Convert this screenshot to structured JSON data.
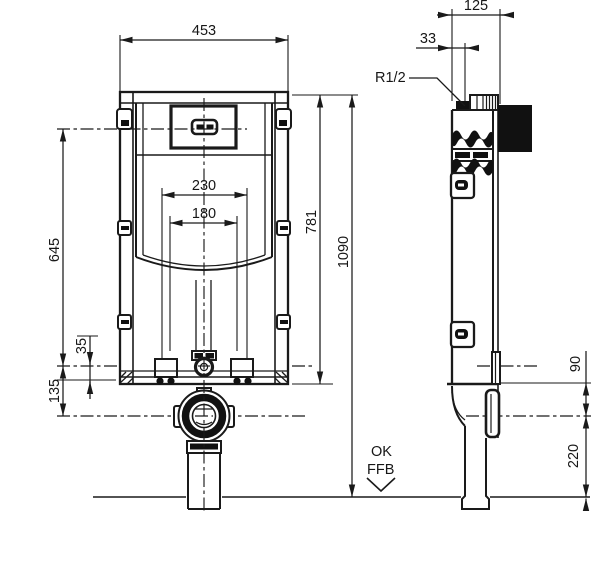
{
  "drawing_type": "technical-dimension-drawing",
  "front_view": {
    "width": "453",
    "actuator_cutout_width": "230",
    "actuator_cutout_inner_width": "180",
    "height_to_actuator_center": "645",
    "inlet_offset": "35",
    "outlet_center_offset": "135",
    "frame_height": "781",
    "overall_height": "1090"
  },
  "side_view": {
    "depth": "125",
    "water_connection_offset": "33",
    "water_connection_thread": "R1/2",
    "outlet_flange_offset": "90",
    "outlet_center_height": "220"
  },
  "floor_reference": {
    "line1": "OK",
    "line2": "FFB"
  },
  "colors": {
    "line": "#1a1a1a",
    "fill_dark": "#111111",
    "background": "#ffffff"
  }
}
